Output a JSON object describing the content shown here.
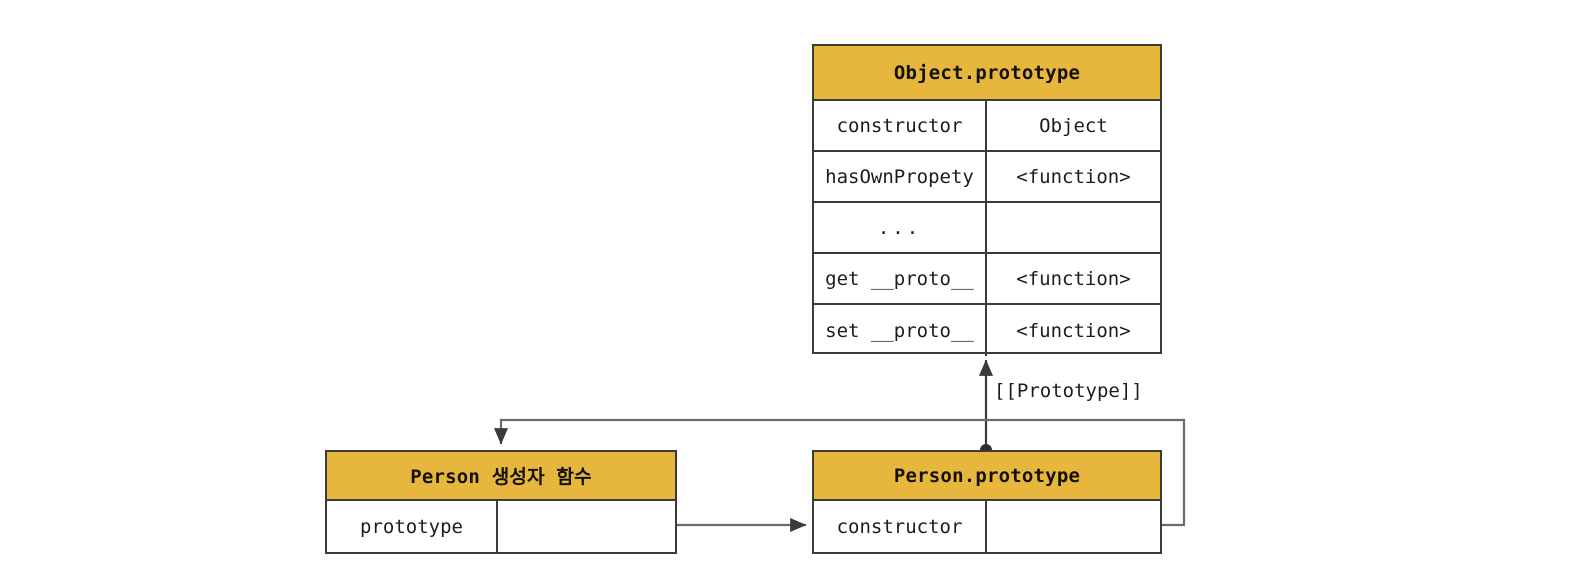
{
  "diagram": {
    "title": "JavaScript prototype chain diagram",
    "colors": {
      "header_fill": "#e6b73c",
      "border": "#3b3b3b",
      "wire": "#5a5a5a",
      "text": "#1c1c1c"
    },
    "boxes": {
      "object_prototype": {
        "title": "Object.prototype",
        "rows": [
          {
            "key": "constructor",
            "value": "Object"
          },
          {
            "key": "hasOwnPropety",
            "value": "<function>"
          },
          {
            "key": "...",
            "value": ""
          },
          {
            "key": "get __proto__",
            "value": "<function>"
          },
          {
            "key": "set __proto__",
            "value": "<function>"
          }
        ]
      },
      "person_constructor": {
        "title": "Person 생성자 함수",
        "rows": [
          {
            "key": "prototype",
            "value": ""
          }
        ]
      },
      "person_prototype": {
        "title": "Person.prototype",
        "rows": [
          {
            "key": "constructor",
            "value": ""
          }
        ]
      }
    },
    "edges": [
      {
        "name": "prototype-chain-link",
        "label": "[[Prototype]]",
        "from": "person_prototype",
        "to": "object_prototype"
      },
      {
        "name": "person-prototype-pointer",
        "label": "",
        "from": "person_constructor.prototype",
        "to": "person_prototype"
      },
      {
        "name": "constructor-back-pointer",
        "label": "",
        "from": "person_prototype.constructor",
        "to": "person_constructor"
      }
    ]
  }
}
